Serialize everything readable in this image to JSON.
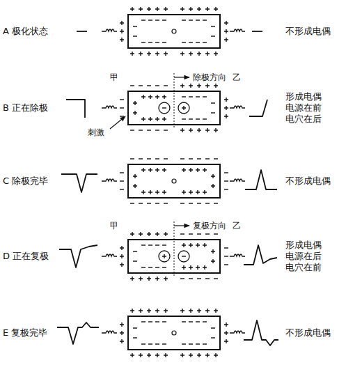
{
  "diagram": {
    "labels": [
      "A 极化状态",
      "不形成电偶",
      "甲",
      "除极方向",
      "乙",
      "B 正在除极",
      "形成电偶 电源在前 电穴在后",
      "刺激",
      "C 除极完毕",
      "不形成电偶",
      "甲",
      "复极方向",
      "乙",
      "D 正在复极",
      "形成电偶 电源在后 电穴在前",
      "E 复极完毕",
      "不形成电偶"
    ]
  }
}
